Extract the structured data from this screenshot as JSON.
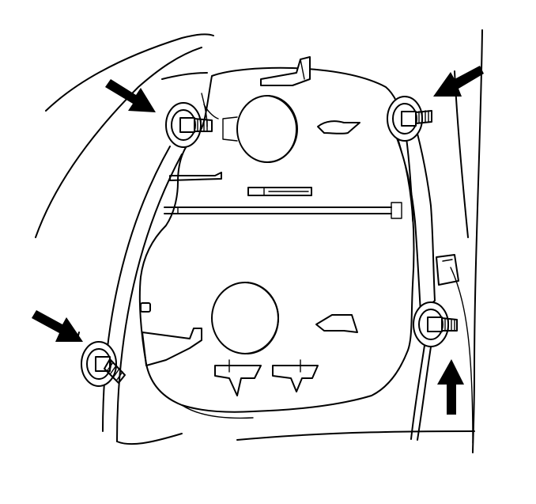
{
  "diagram": {
    "type": "technical-line-illustration",
    "subject": "headlamp-housing-rear-view",
    "indicators": {
      "arrow_count": 4,
      "arrow_color": "#000000",
      "target": "mounting-bolts"
    },
    "fasteners": {
      "bolt_count": 4,
      "washer_type": "flanged"
    },
    "colors": {
      "line": "#000000",
      "background": "#ffffff"
    }
  }
}
